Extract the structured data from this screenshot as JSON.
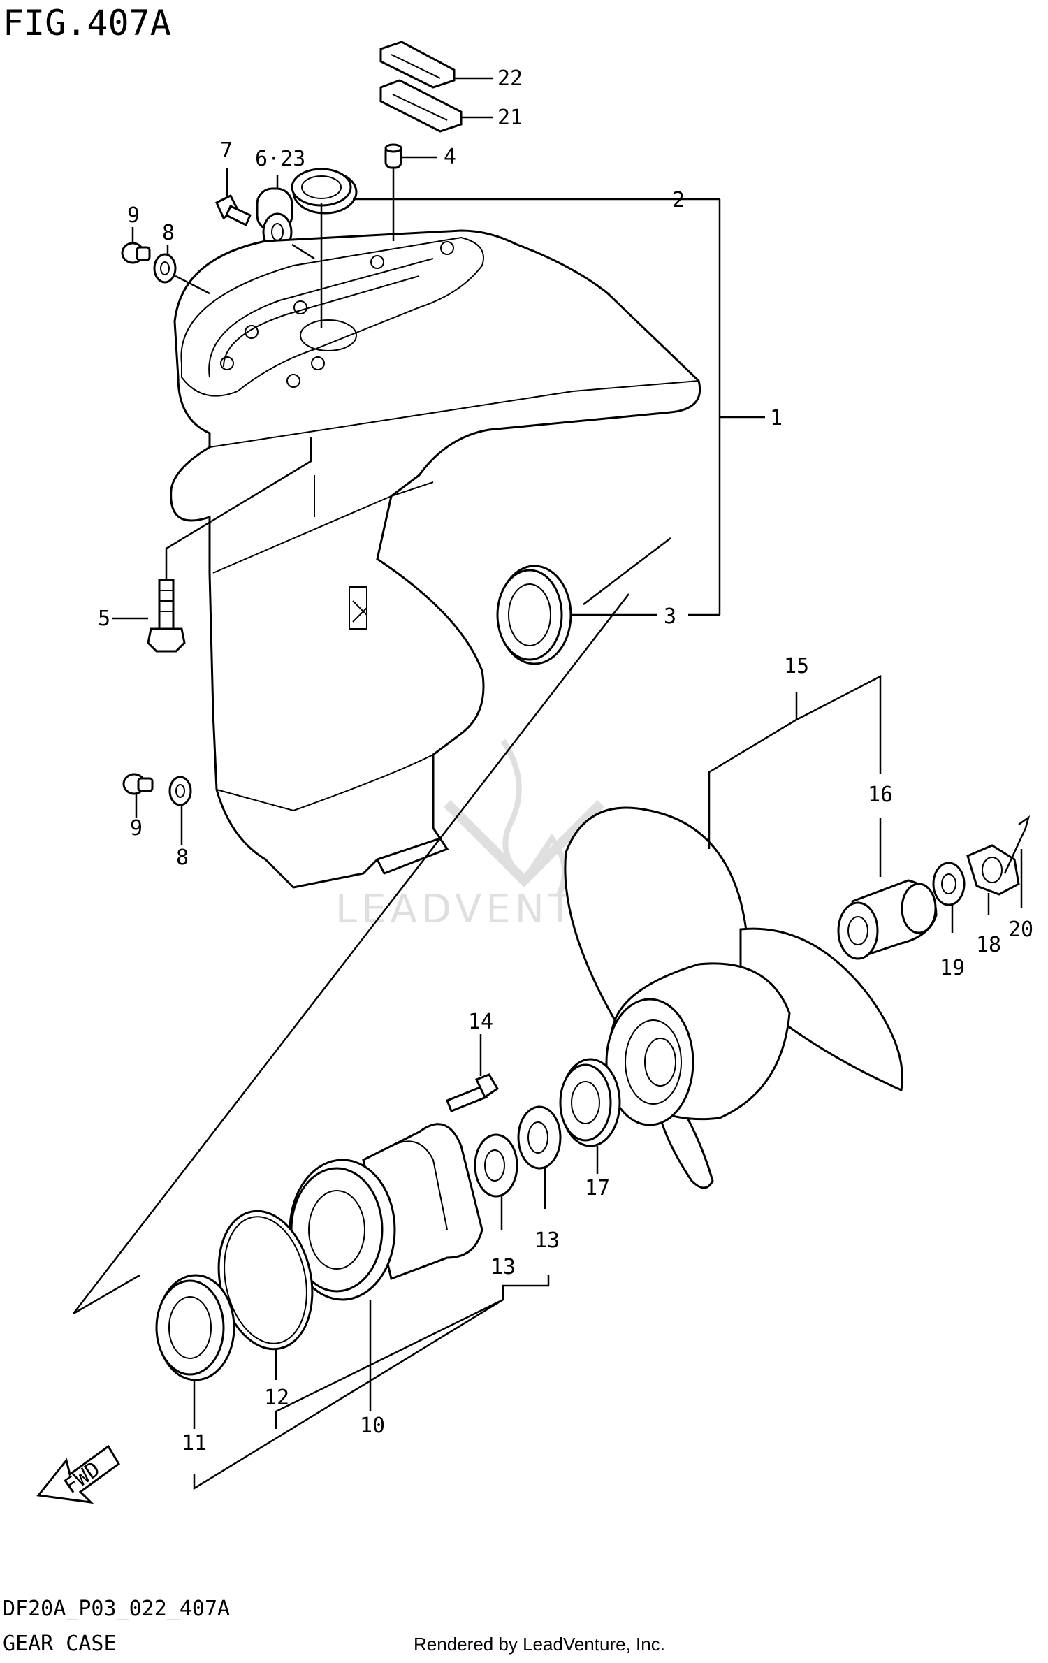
{
  "figure": {
    "title": "FIG.407A",
    "code": "DF20A_P03_022_407A",
    "name": "GEAR CASE",
    "credit": "Rendered by LeadVenture, Inc.",
    "watermark": "LEADVENTURE",
    "direction_label": "FWD"
  },
  "callouts": {
    "c1": "1",
    "c2": "2",
    "c3": "3",
    "c4": "4",
    "c5": "5",
    "c6_23": "6·23",
    "c7": "7",
    "c8a": "8",
    "c8b": "8",
    "c9a": "9",
    "c9b": "9",
    "c10": "10",
    "c11": "11",
    "c12": "12",
    "c13a": "13",
    "c13b": "13",
    "c14": "14",
    "c15": "15",
    "c16": "16",
    "c17": "17",
    "c18": "18",
    "c19": "19",
    "c20": "20",
    "c21": "21",
    "c22": "22"
  }
}
